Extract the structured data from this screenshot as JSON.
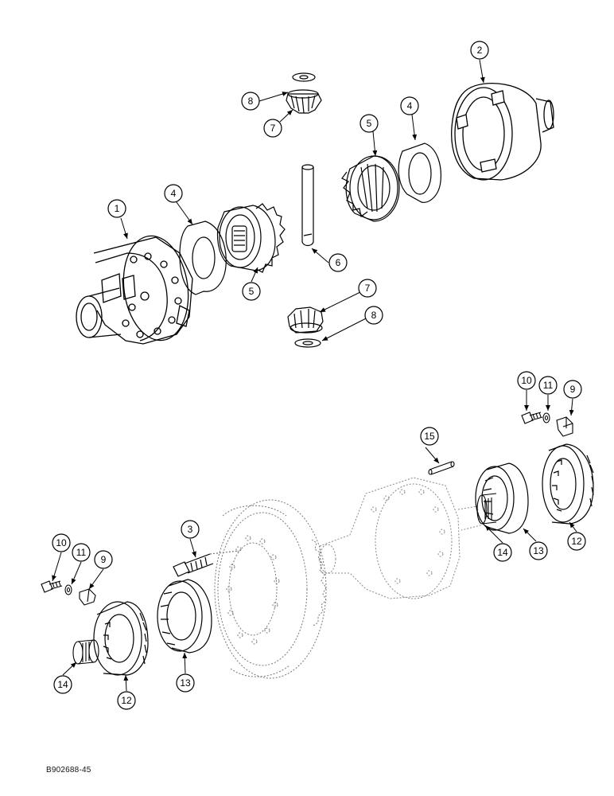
{
  "figure_code": "B902688-45",
  "callouts": [
    {
      "id": "c1",
      "label": "1"
    },
    {
      "id": "c2",
      "label": "2"
    },
    {
      "id": "c3",
      "label": "3"
    },
    {
      "id": "c4a",
      "label": "4"
    },
    {
      "id": "c4b",
      "label": "4"
    },
    {
      "id": "c5a",
      "label": "5"
    },
    {
      "id": "c5b",
      "label": "5"
    },
    {
      "id": "c6",
      "label": "6"
    },
    {
      "id": "c7a",
      "label": "7"
    },
    {
      "id": "c7b",
      "label": "7"
    },
    {
      "id": "c8a",
      "label": "8"
    },
    {
      "id": "c8b",
      "label": "8"
    },
    {
      "id": "c9a",
      "label": "9"
    },
    {
      "id": "c9b",
      "label": "9"
    },
    {
      "id": "c10a",
      "label": "10"
    },
    {
      "id": "c10b",
      "label": "10"
    },
    {
      "id": "c11a",
      "label": "11"
    },
    {
      "id": "c11b",
      "label": "11"
    },
    {
      "id": "c12a",
      "label": "12"
    },
    {
      "id": "c12b",
      "label": "12"
    },
    {
      "id": "c13a",
      "label": "13"
    },
    {
      "id": "c13b",
      "label": "13"
    },
    {
      "id": "c14a",
      "label": "14"
    },
    {
      "id": "c14b",
      "label": "14"
    },
    {
      "id": "c15",
      "label": "15"
    }
  ]
}
